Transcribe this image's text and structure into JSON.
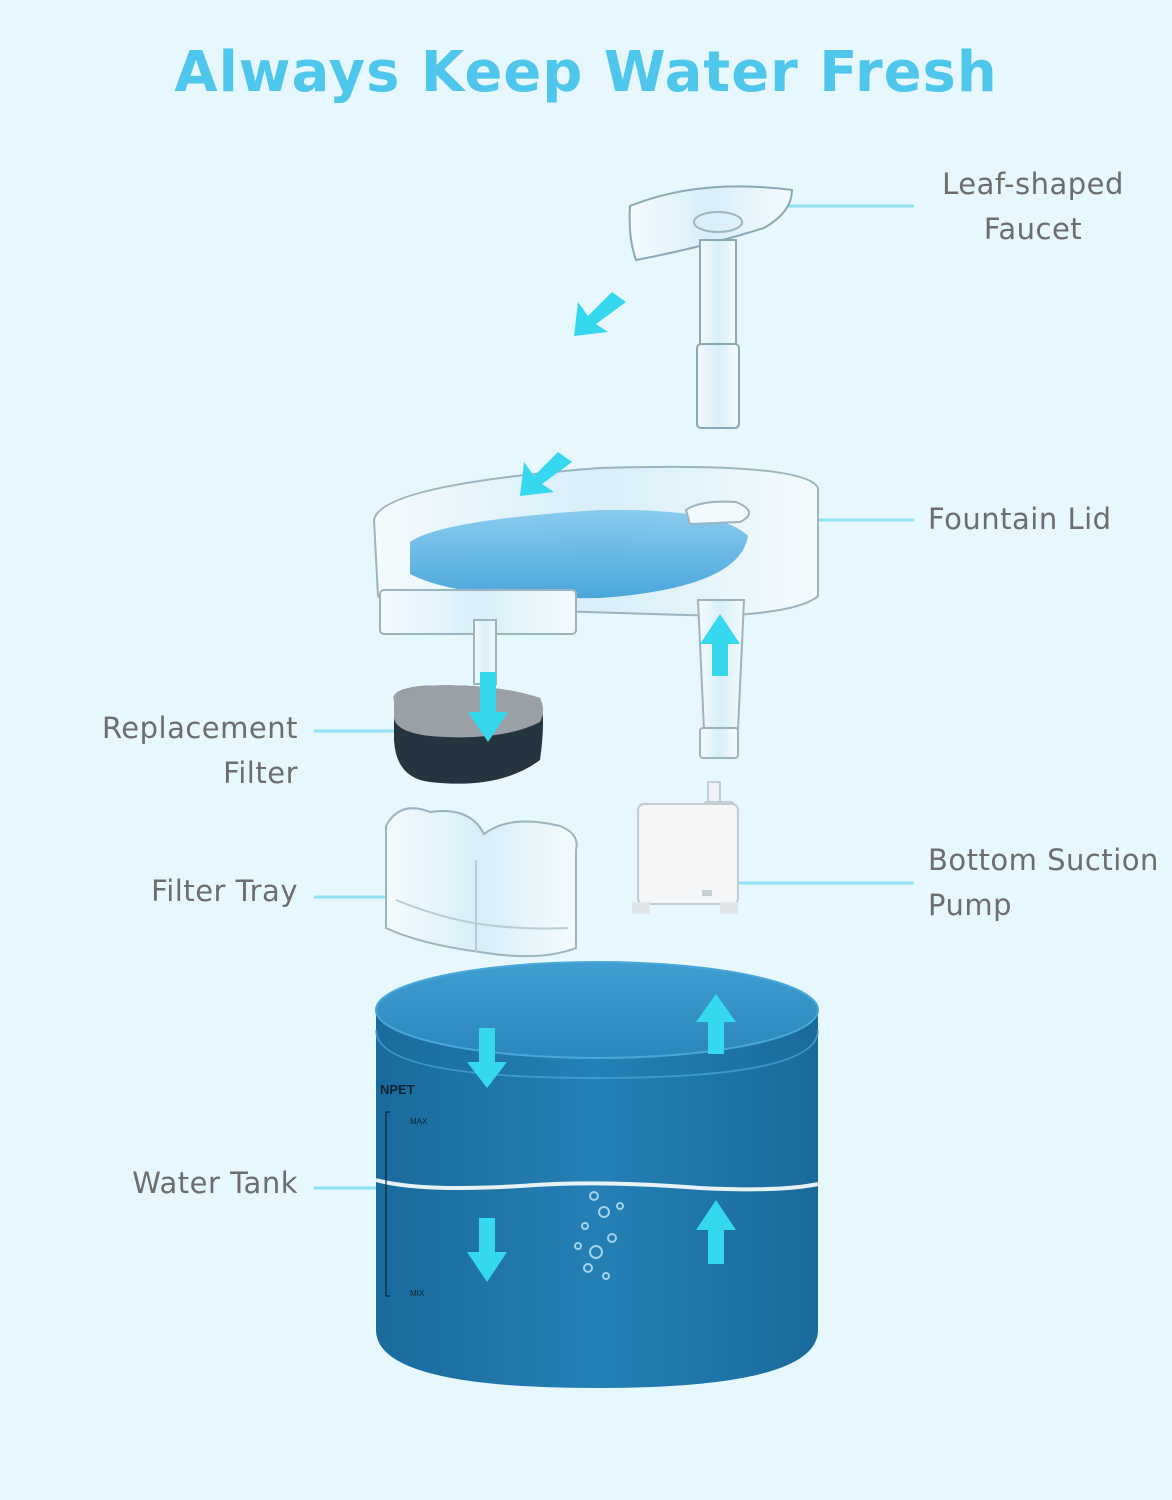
{
  "title": "Always Keep Water Fresh",
  "labels": {
    "faucet": [
      "Leaf-shaped",
      "Faucet"
    ],
    "lid": "Fountain Lid",
    "filter": "Replacement Filter",
    "tray": "Filter Tray",
    "pump": [
      "Bottom Suction",
      "Pump"
    ],
    "tank": "Water Tank"
  },
  "tank_markings": {
    "brand": "NPET",
    "max": "MAX",
    "min": "MIX"
  },
  "colors": {
    "background": "#e6f7fd",
    "title": "#4fc6ec",
    "arrow": "#35d8ee",
    "leader_line": "#8fe4f3",
    "label_text": "#6d6d6d",
    "tank": "#1f74a8"
  }
}
